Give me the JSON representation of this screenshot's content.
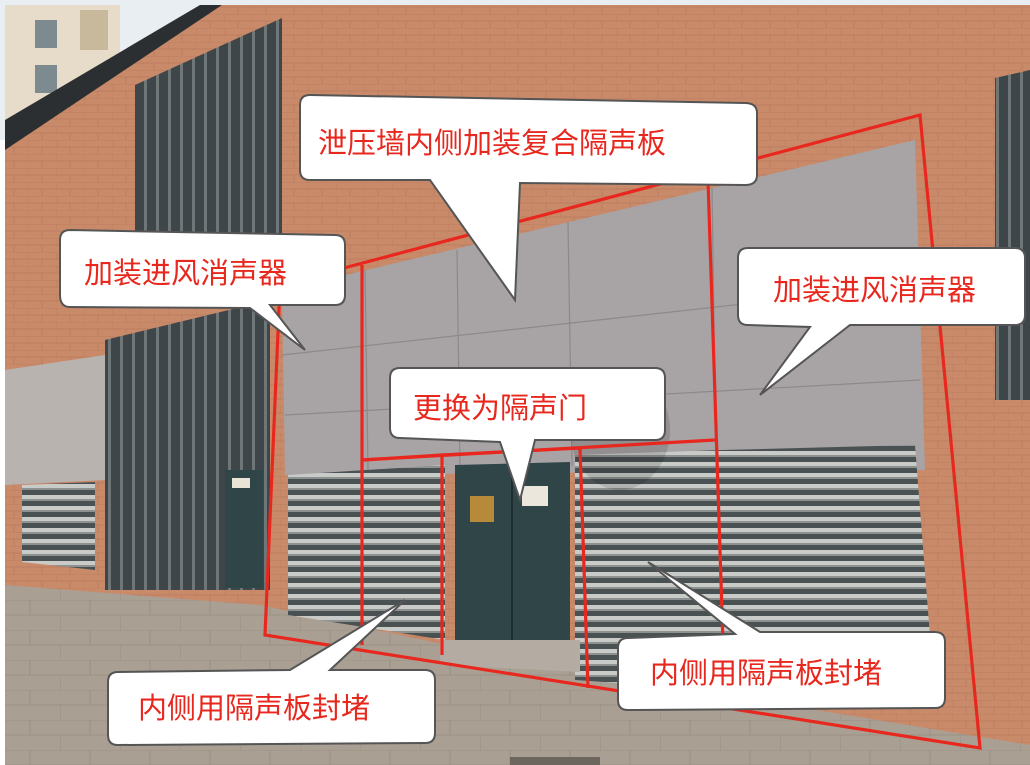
{
  "callouts": {
    "top": "泄压墙内侧加装复合隔声板",
    "left": "加装进风消声器",
    "right": "加装进风消声器",
    "center": "更换为隔声门",
    "bottom_left": "内侧用隔声板封堵",
    "bottom_right": "内侧用隔声板封堵"
  },
  "colors": {
    "annotation_red": "#e8281e",
    "wall_brick": "#c98a6a",
    "panel_grey": "#a8a3a4",
    "louver_dark": "#3f4649",
    "door_green": "#2f4547",
    "pavement": "#a99f93",
    "callout_bg": "#ffffff",
    "callout_border": "#555555"
  },
  "door": {
    "sign_left": "",
    "sign_right": "",
    "side_door_sign": ""
  }
}
